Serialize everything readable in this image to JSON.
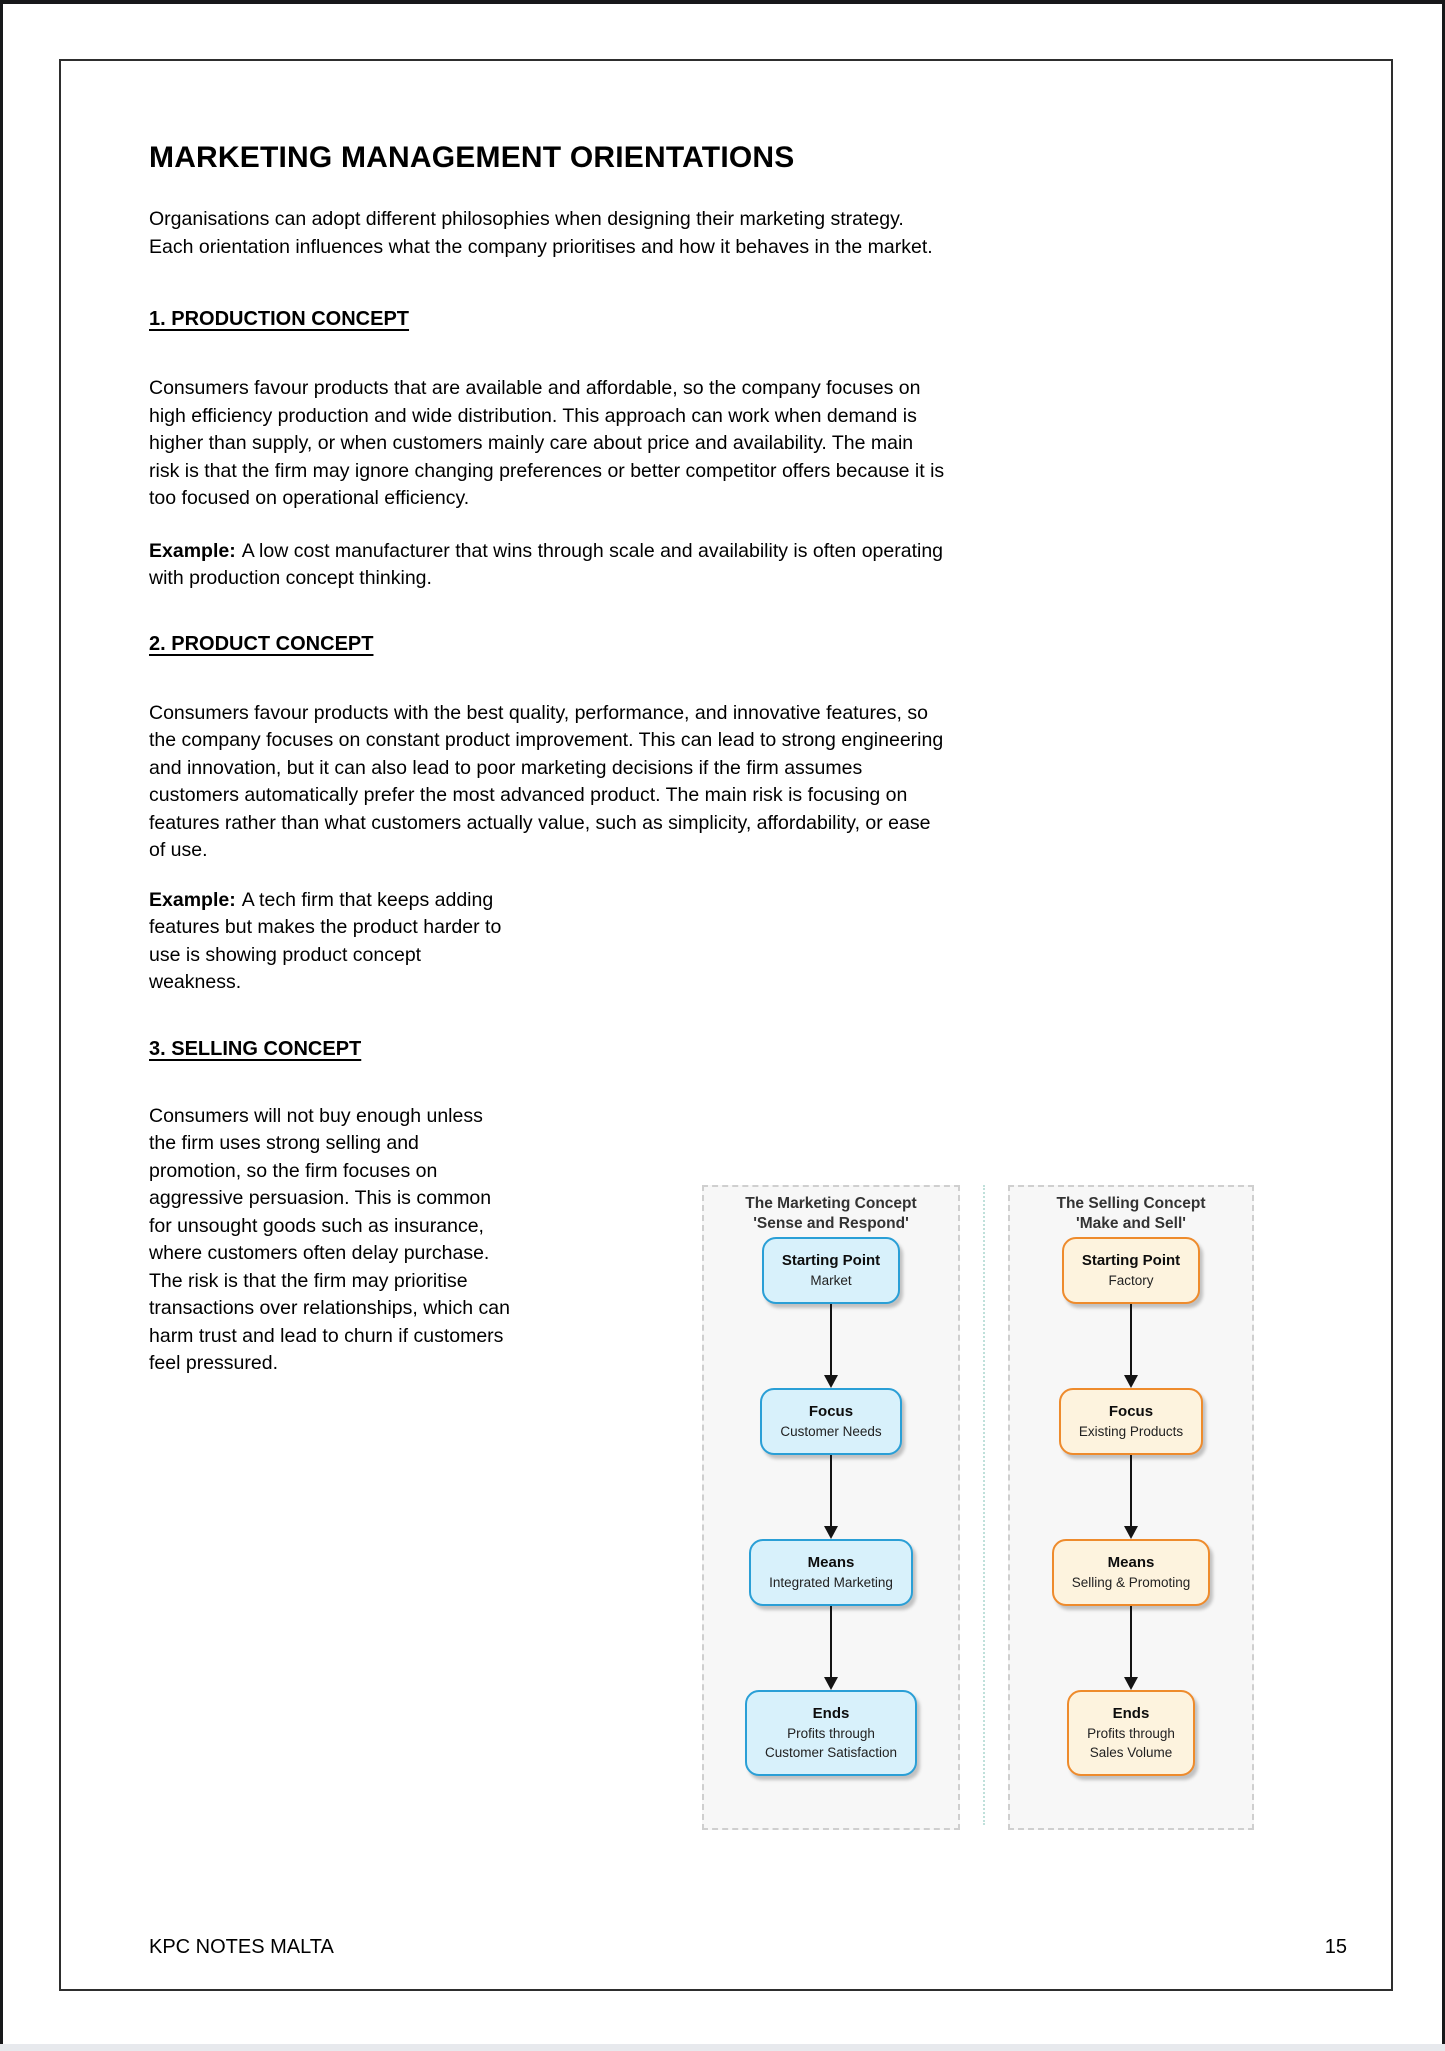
{
  "document": {
    "title": "MARKETING MANAGEMENT ORIENTATIONS",
    "intro": "Organisations can adopt different philosophies when designing their marketing strategy.\nEach orientation influences what the company prioritises and how it behaves in the market.",
    "footer": {
      "left": "KPC NOTES MALTA",
      "page_number": "15"
    }
  },
  "sections": [
    {
      "heading": "1. PRODUCTION CONCEPT",
      "body": "Consumers favour products that are available and affordable, so the company focuses on\nhigh efficiency production and wide distribution. This approach can work when demand is\nhigher than supply, or when customers mainly care about price and availability. The main\nrisk is that the firm may ignore changing preferences or better competitor offers because it is\ntoo focused on operational efficiency.",
      "example_label": "Example:",
      "example": "A low cost manufacturer that wins through scale and availability is often operating\nwith production concept thinking."
    },
    {
      "heading": "2. PRODUCT CONCEPT",
      "body": "Consumers favour products with the best quality, performance, and innovative features, so\nthe company focuses on constant product improvement. This can lead to strong engineering\nand innovation, but it can also lead to poor marketing decisions if the firm assumes\ncustomers automatically prefer the most advanced product. The main risk is focusing on\nfeatures rather than what customers actually value, such as simplicity, affordability, or ease\nof use.",
      "example_label": "Example:",
      "example": "A tech firm that keeps adding\nfeatures but makes the product harder to\nuse is showing product concept\nweakness."
    },
    {
      "heading": "3. SELLING CONCEPT",
      "body": "Consumers will not buy enough unless\nthe firm uses strong selling and\npromotion, so the firm focuses on\naggressive persuasion. This is common\nfor unsought goods such as insurance,\nwhere customers often delay purchase.\nThe risk is that the firm may prioritise\ntransactions over relationships, which can\nharm trust and lead to churn if customers\nfeel pressured."
    }
  ],
  "diagram": {
    "panels": [
      {
        "title": "The Marketing Concept",
        "subtitle": "'Sense and Respond'",
        "theme": "blue",
        "accent_border": "#2a9fd6",
        "accent_fill": "#d8f1fb",
        "steps": [
          {
            "label": "Starting Point",
            "sub1": "Market",
            "sub2": ""
          },
          {
            "label": "Focus",
            "sub1": "Customer Needs",
            "sub2": ""
          },
          {
            "label": "Means",
            "sub1": "Integrated Marketing",
            "sub2": ""
          },
          {
            "label": "Ends",
            "sub1": "Profits through",
            "sub2": "Customer Satisfaction"
          }
        ]
      },
      {
        "title": "The Selling Concept",
        "subtitle": "'Make and Sell'",
        "theme": "orange",
        "accent_border": "#ee8b2c",
        "accent_fill": "#fdf3de",
        "steps": [
          {
            "label": "Starting Point",
            "sub1": "Factory",
            "sub2": ""
          },
          {
            "label": "Focus",
            "sub1": "Existing Products",
            "sub2": ""
          },
          {
            "label": "Means",
            "sub1": "Selling & Promoting",
            "sub2": ""
          },
          {
            "label": "Ends",
            "sub1": "Profits through",
            "sub2": "Sales Volume"
          }
        ]
      }
    ]
  }
}
